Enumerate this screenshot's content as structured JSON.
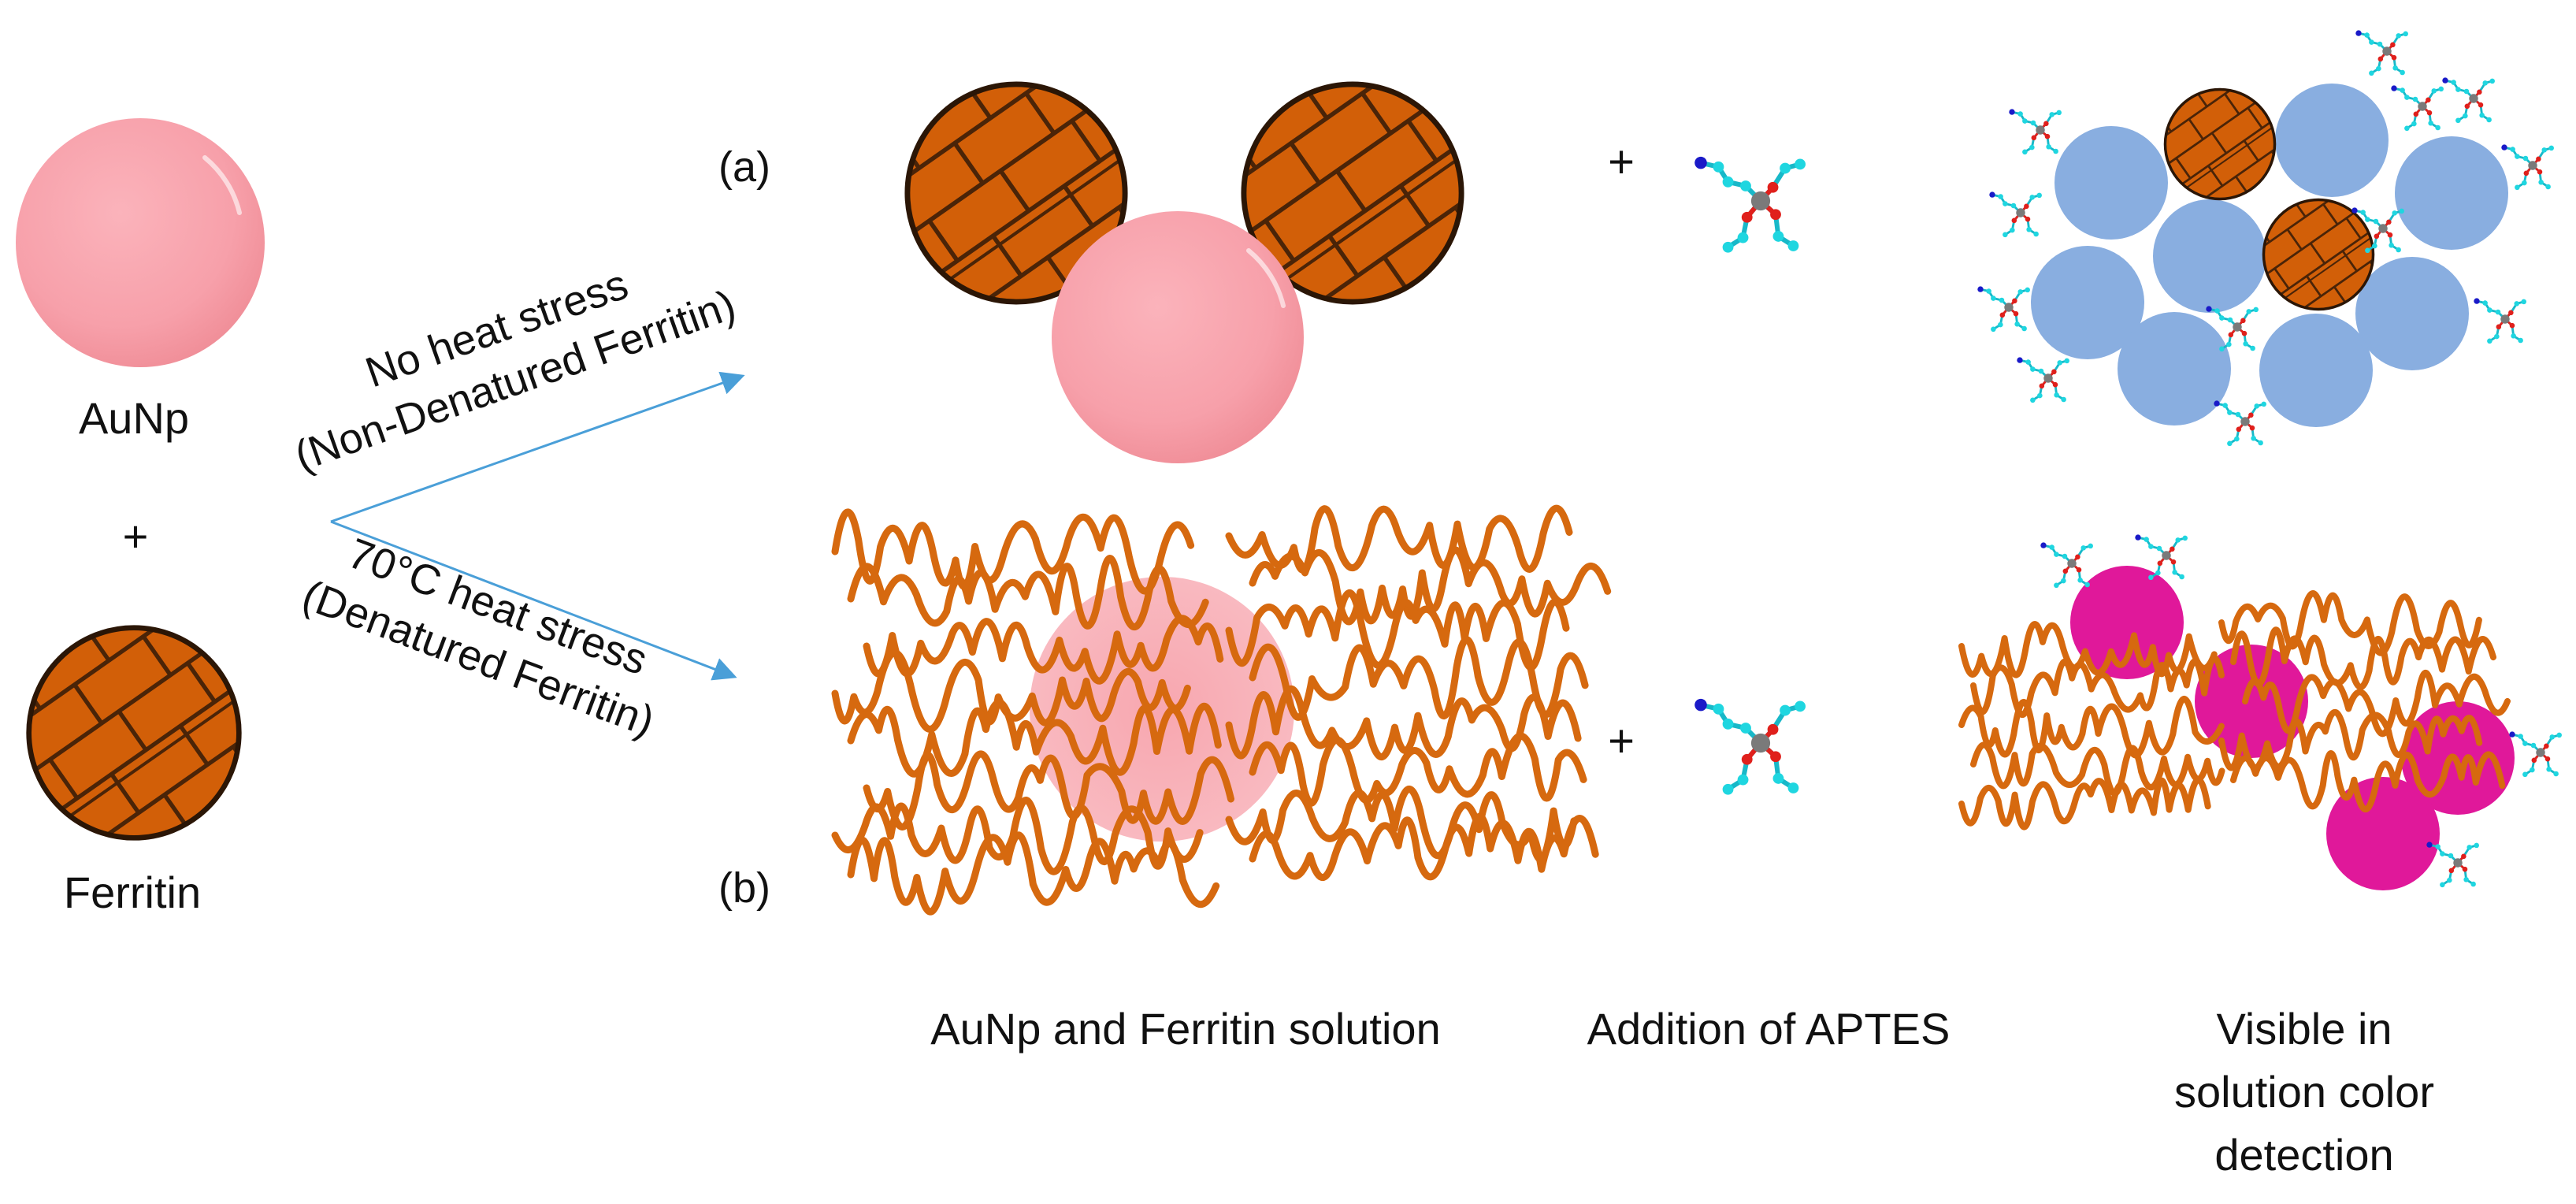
{
  "left": {
    "aunp_label": "AuNp",
    "plus": "+",
    "ferritin_label": "Ferritin"
  },
  "branches": {
    "a": {
      "tag": "(a)",
      "line1": "No heat stress",
      "line2": "(Non-Denatured Ferritin)"
    },
    "b": {
      "tag": "(b)",
      "line1": "70°C heat stress",
      "line2": "(Denatured Ferritin)"
    }
  },
  "middle_plus": "+",
  "captions": {
    "col1": "AuNp and Ferritin solution",
    "col2": "Addition of APTES",
    "col3_line1": "Visible in",
    "col3_line2": "solution color",
    "col3_line3": "detection"
  },
  "colors": {
    "aunp": "#f7a2ab",
    "ferritin": "#d25f08",
    "ferritin_grid": "#4a2408",
    "aggregate_blue": "#89aee0",
    "dispersed_magenta": "#e0189a",
    "arrow": "#4a9fd8",
    "aptes_atom": "#1fd6e0",
    "aptes_oxygen": "#e0201c",
    "aptes_silicon": "#7a7a7a",
    "aptes_nitrogen": "#1a1ac8",
    "aptes_bond": "#18b8c8"
  }
}
